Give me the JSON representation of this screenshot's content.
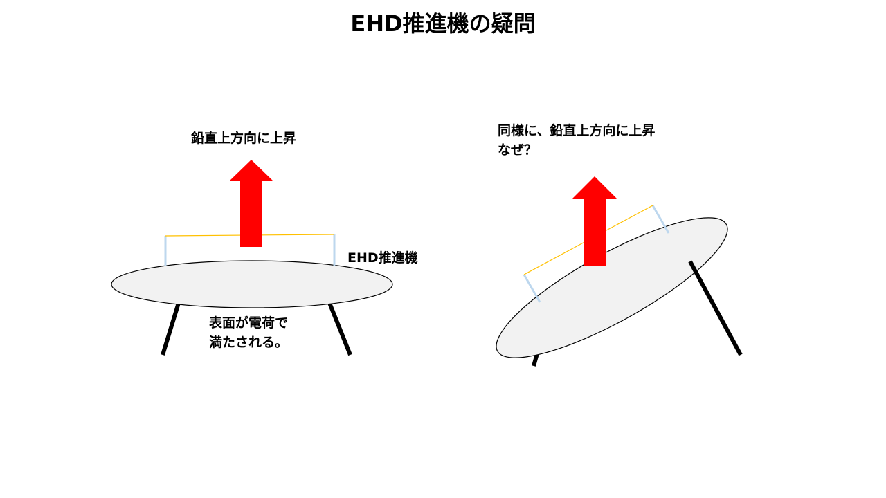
{
  "title": "EHD推進機の疑問",
  "left_figure": {
    "lift_label": "鉛直上方向に上昇",
    "device_label": "EHD推進機",
    "charge_label_line1": "表面が電荷で",
    "charge_label_line2": "満たされる。"
  },
  "right_figure": {
    "question_line1": "同様に、鉛直上方向に上昇",
    "question_line2": "なぜ？"
  },
  "colors": {
    "arrow": "#ff0000",
    "disc_fill": "#f2f2f2",
    "disc_stroke": "#000000",
    "wire": "#ffc000",
    "electrode": "#bdd7ee",
    "legs": "#000000"
  }
}
